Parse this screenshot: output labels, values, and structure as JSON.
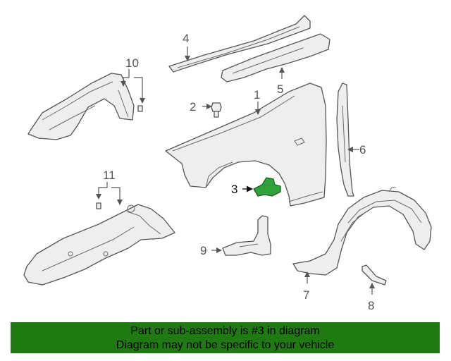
{
  "diagram": {
    "callouts": {
      "c1": "1",
      "c2": "2",
      "c3": "3",
      "c4": "4",
      "c5": "5",
      "c6": "6",
      "c7": "7",
      "c8": "8",
      "c9": "9",
      "c10": "10",
      "c11": "11"
    },
    "highlight_part": "3",
    "highlight_color": "#2fa33a"
  },
  "banner": {
    "line1": "Part or sub-assembly is #3 in diagram",
    "line2": "Diagram may not be specific to your vehicle",
    "background": "#1f7a12"
  }
}
